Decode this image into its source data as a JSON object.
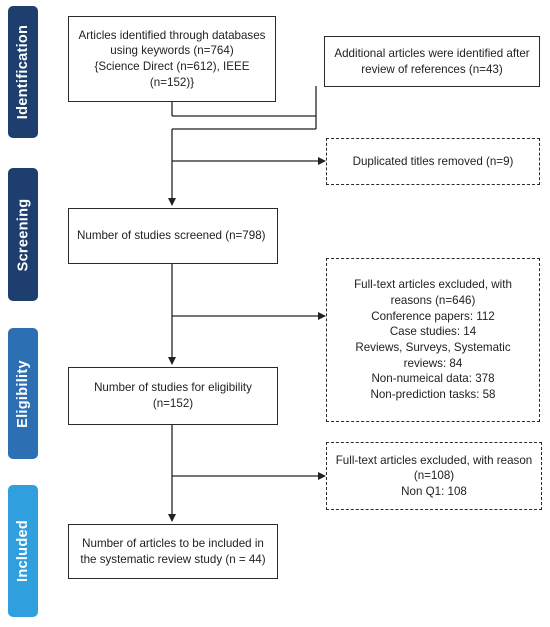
{
  "stages": [
    {
      "label": "Identification",
      "color": "#1d3e6e"
    },
    {
      "label": "Screening",
      "color": "#1d3e6e"
    },
    {
      "label": "Eligibility",
      "color": "#2c6fb3"
    },
    {
      "label": "Included",
      "color": "#2fa0dd"
    }
  ],
  "boxes": {
    "databases": {
      "lines": [
        "Articles identified through databases",
        "using keywords (n=764)",
        "{Science Direct (n=612), IEEE",
        "(n=152)}"
      ]
    },
    "additional": {
      "lines": [
        "Additional articles were identified after",
        "review of  references (n=43)"
      ]
    },
    "duplicates": {
      "lines": [
        "Duplicated titles removed (n=9)"
      ]
    },
    "screened": {
      "lines": [
        "Number of studies screened (n=798)"
      ]
    },
    "excluded_fulltext": {
      "lines": [
        "Full-text articles excluded, with",
        "reasons (n=646)",
        "Conference papers: 112",
        "Case studies: 14",
        "Reviews, Surveys, Systematic",
        "reviews: 84",
        "Non-numeical data: 378",
        "Non-prediction tasks: 58"
      ]
    },
    "eligibility": {
      "lines": [
        "Number of studies for eligibility",
        "(n=152)"
      ]
    },
    "excluded_q1": {
      "lines": [
        "Full-text articles excluded, with reason",
        "(n=108)",
        "Non Q1: 108"
      ]
    },
    "included": {
      "lines": [
        "Number of articles to be included in",
        "the systematic review study (n = 44)"
      ]
    }
  }
}
